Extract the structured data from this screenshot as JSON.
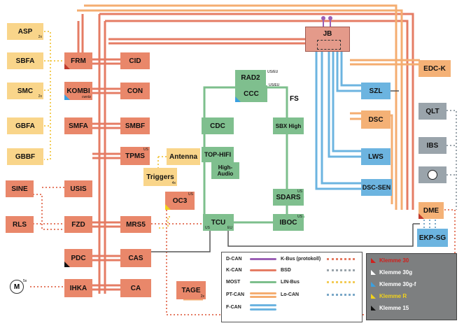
{
  "diagram": {
    "nodes": {
      "asp": {
        "label": "ASP",
        "note": "2x"
      },
      "sbfa": {
        "label": "SBFA"
      },
      "smc": {
        "label": "SMC",
        "note": "2x"
      },
      "gbfa": {
        "label": "GBFA"
      },
      "gbbf": {
        "label": "GBBF"
      },
      "sine": {
        "label": "SINE"
      },
      "rls": {
        "label": "RLS"
      },
      "frm": {
        "label": "FRM"
      },
      "kombi": {
        "label": "KOMBI",
        "note": "cwrdz"
      },
      "smfa": {
        "label": "SMFA"
      },
      "usis": {
        "label": "USIS"
      },
      "fzd": {
        "label": "FZD"
      },
      "pdc": {
        "label": "PDC"
      },
      "ihka": {
        "label": "IHKA"
      },
      "cid": {
        "label": "CID"
      },
      "con": {
        "label": "CON"
      },
      "smbf": {
        "label": "SMBF"
      },
      "tpms": {
        "label": "TPMS",
        "note": "US"
      },
      "antenna": {
        "label": "Antenna"
      },
      "triggers": {
        "label": "Triggers",
        "note": "4x"
      },
      "oc3": {
        "label": "OC3",
        "note": "US"
      },
      "mrs5": {
        "label": "MRS5"
      },
      "cas": {
        "label": "CAS"
      },
      "ca": {
        "label": "CA"
      },
      "tage": {
        "label": "TAGE",
        "note": "2x"
      },
      "rad2": {
        "label": "RAD2",
        "note": "US/EU"
      },
      "ccc": {
        "label": "CCC",
        "note": "US/EU"
      },
      "fs": {
        "label": "FS"
      },
      "cdc": {
        "label": "CDC"
      },
      "sbx": {
        "label": "SBX High"
      },
      "tophifi": {
        "label": "TOP-HIFI"
      },
      "highaudio": {
        "label": "High-\nAudio"
      },
      "sdars": {
        "label": "SDARS",
        "note": "US"
      },
      "tcu": {
        "label": "TCU",
        "note_us": "US",
        "note_eu": "EU"
      },
      "iboc": {
        "label": "IBOC",
        "note": "US"
      },
      "jb": {
        "label": "JB"
      },
      "edck": {
        "label": "EDC-K"
      },
      "szl": {
        "label": "SZL"
      },
      "dsc": {
        "label": "DSC"
      },
      "lws": {
        "label": "LWS"
      },
      "dscsen": {
        "label": "DSC-SEN"
      },
      "qlt": {
        "label": "QLT"
      },
      "ibs": {
        "label": "IBS"
      },
      "dme": {
        "label": "DME"
      },
      "ekpsg": {
        "label": "EKP-SG"
      },
      "motor": {
        "label": "M",
        "note": "5x"
      }
    },
    "legend": {
      "dcan": "D-CAN",
      "kcan": "K-CAN",
      "most": "MOST",
      "ptcan": "PT-CAN",
      "fcan": "F-CAN",
      "kbus": "K-Bus (protokoll)",
      "bsd": "BSD",
      "linbus": "LIN-Bus",
      "locan": "Lo-CAN"
    },
    "klemmen": [
      {
        "label": "Klemme 30",
        "color": "#d0201c"
      },
      {
        "label": "Klemme 30g",
        "color": "#ffffff"
      },
      {
        "label": "Klemme 30g-f",
        "color": "#3aa0e0"
      },
      {
        "label": "Klemme R",
        "color": "#f2d21a"
      },
      {
        "label": "Klemme 15",
        "color": "#111111"
      }
    ],
    "colors": {
      "kcan": "#e57c64",
      "most": "#7dbf8c",
      "ptcan": "#f4ad70",
      "fcan": "#6cb4e0",
      "dcan": "#9b5fb5",
      "kbus": "#e57c64",
      "bsd": "#9aa4ab",
      "lin": "#f3cc56",
      "locan": "#7aa8c8"
    }
  }
}
